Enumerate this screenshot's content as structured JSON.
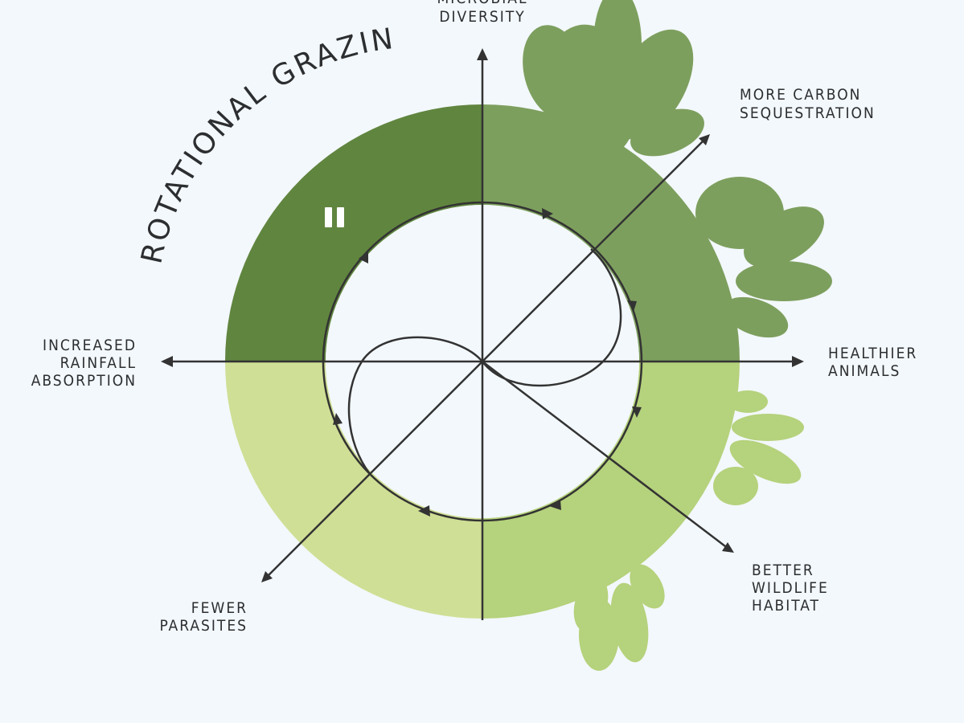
{
  "title": "ROTATIONAL GRAZING",
  "pause_icon": "pause-icon",
  "colors": {
    "background": "#f3f8fc",
    "dark_green": "#60853f",
    "mid_green": "#7d9f5e",
    "light_green": "#b5d27c",
    "pale_green": "#cfdf95",
    "line": "#333333"
  },
  "labels": {
    "top": [
      "MICROBIAL",
      "DIVERSITY"
    ],
    "top_right": [
      "MORE CARBON",
      "SEQUESTRATION"
    ],
    "right": [
      "HEALTHIER",
      "ANIMALS"
    ],
    "bottom_right": [
      "BETTER",
      "WILDLIFE",
      "HABITAT"
    ],
    "bottom_left": [
      "FEWER",
      "PARASITES"
    ],
    "left": [
      "INCREASED",
      "RAINFALL",
      "ABSORPTION"
    ]
  }
}
